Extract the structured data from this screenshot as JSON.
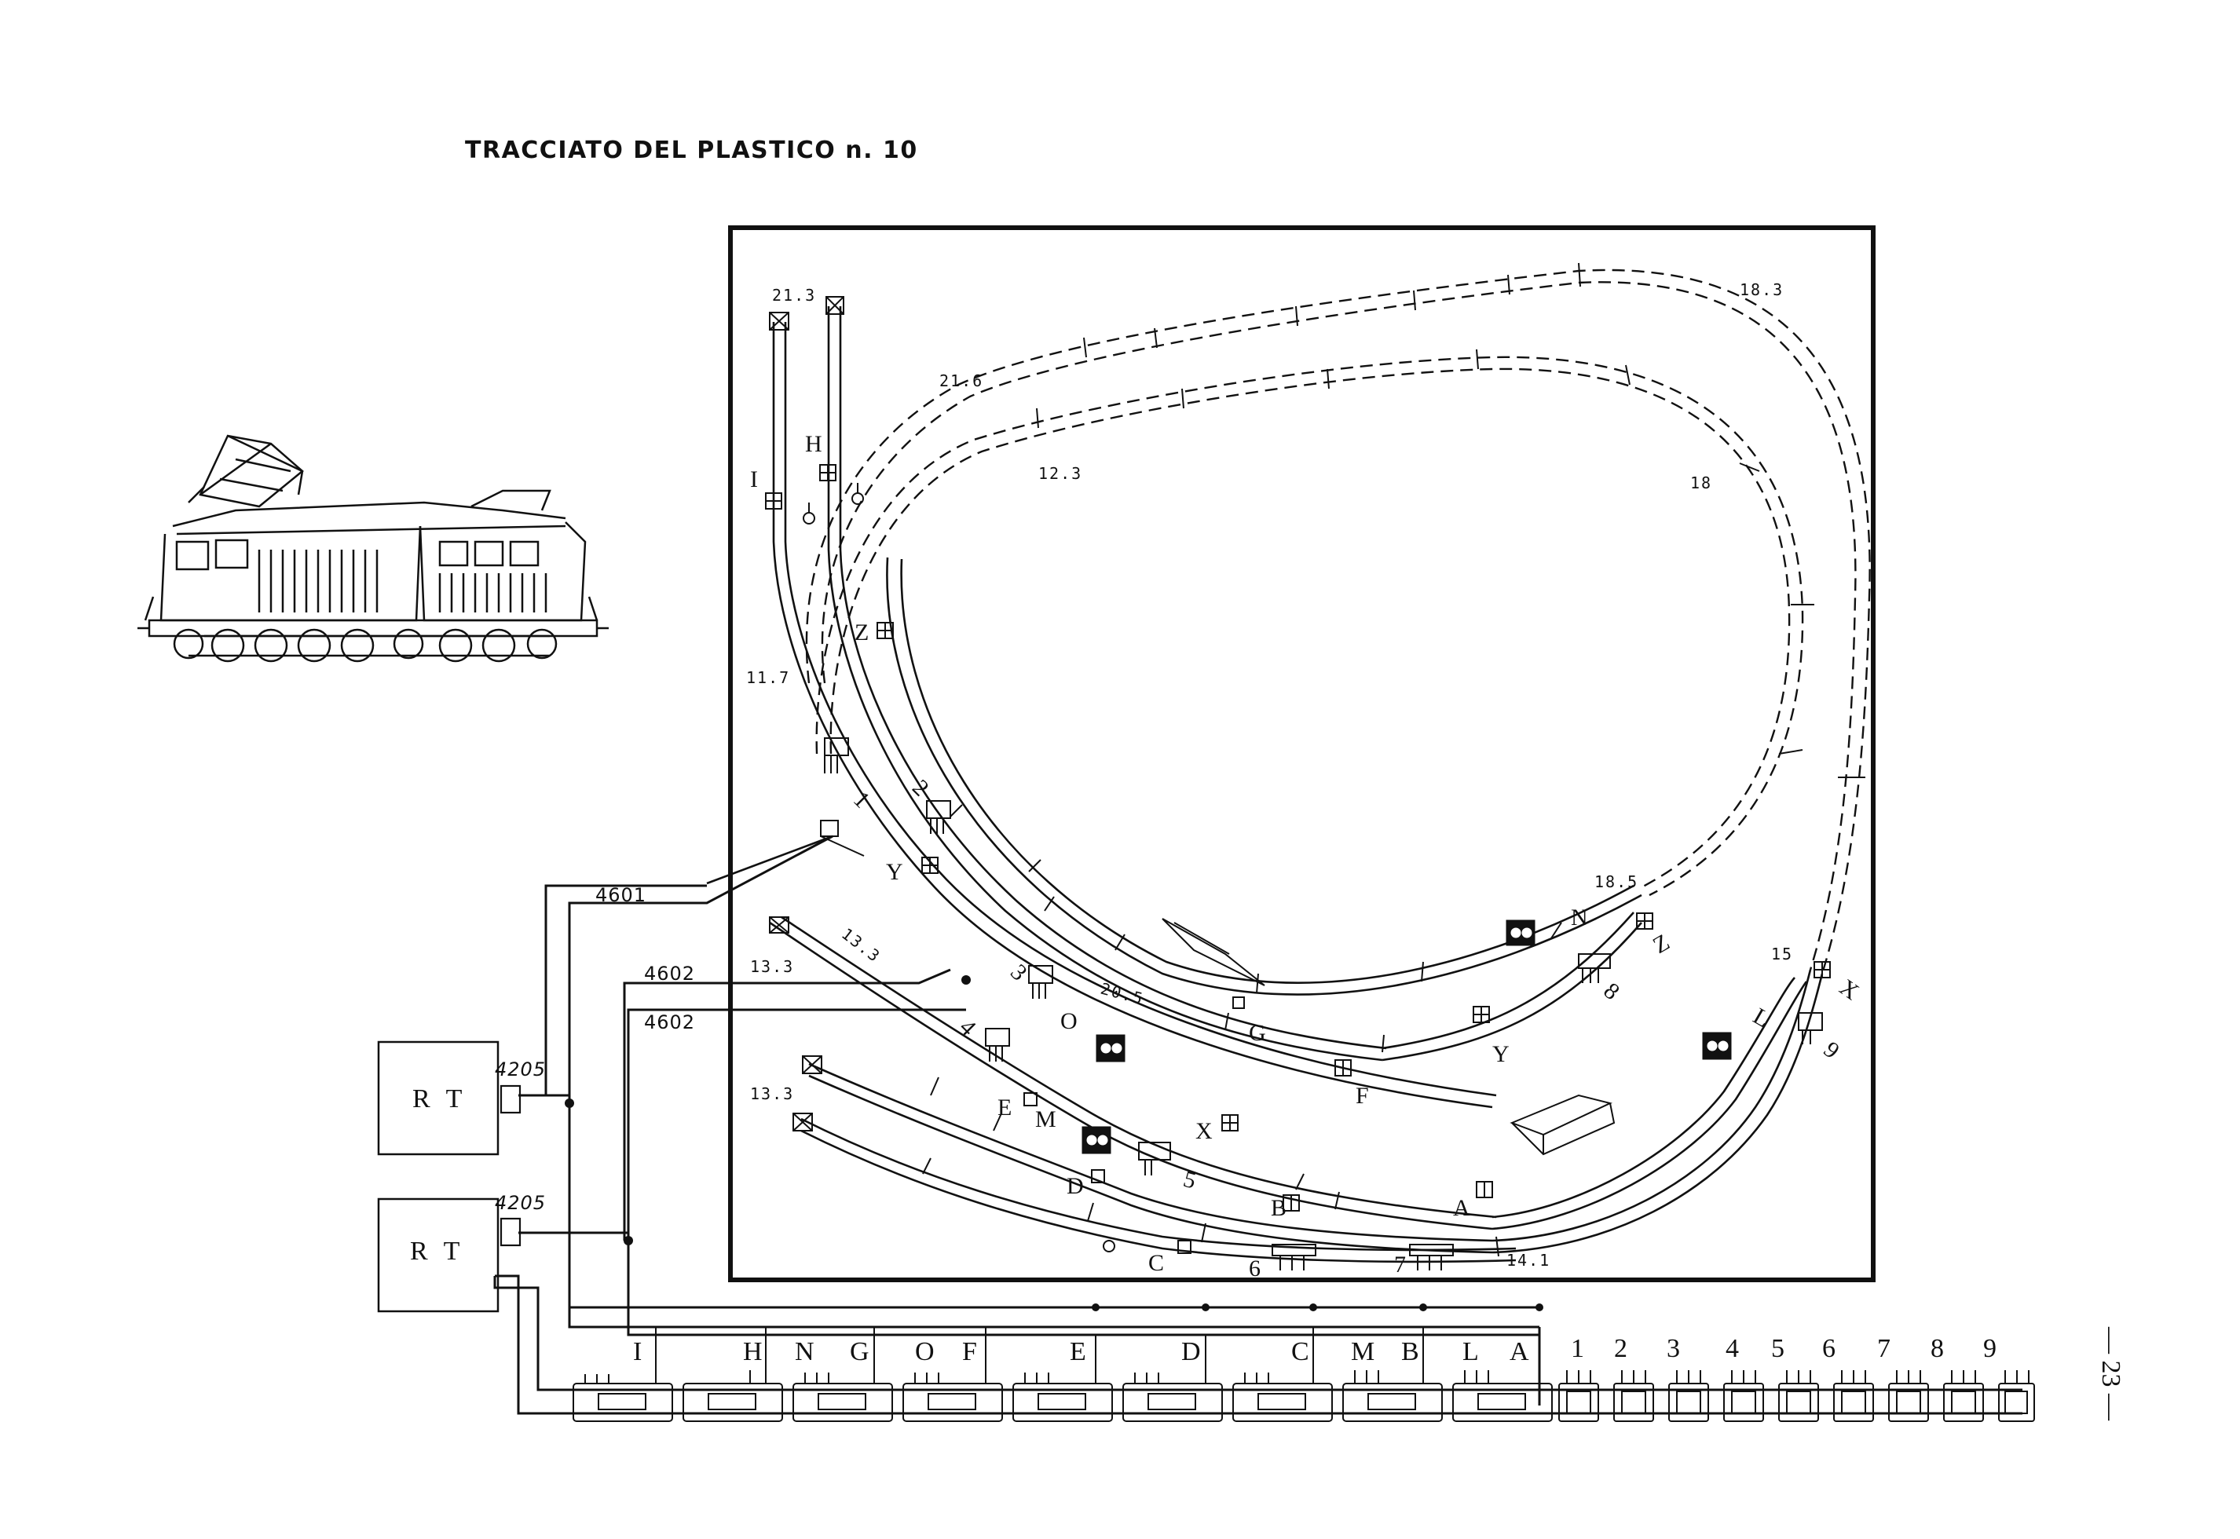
{
  "page": {
    "title": "TRACCIATO DEL PLASTICO n. 10",
    "page_number": "— 23 —"
  },
  "wires": {
    "w4601": "4601",
    "w4602a": "4602",
    "w4602b": "4602",
    "c1": "4205",
    "c2": "4205"
  },
  "rt_units": [
    "R T",
    "R T"
  ],
  "section_labels": {
    "s213": "21.3",
    "s216": "21.6",
    "s123": "12.3",
    "s183": "18.3",
    "s18": "18",
    "s117": "11.7",
    "s185": "18.5",
    "s15": "15",
    "s133a": "13.3",
    "s133b": "13.3",
    "s133c": "13.3",
    "s205": "20.5",
    "s141": "14.1"
  },
  "signal_labels": {
    "I": "I",
    "H": "H",
    "Z1": "Z",
    "N": "N",
    "Z2": "Z",
    "Y1": "Y",
    "Y2": "Y",
    "G": "G",
    "F": "F",
    "L": "L",
    "X1": "X",
    "X2": "X",
    "O": "O",
    "E": "E",
    "M": "M",
    "D": "D",
    "C": "C",
    "B": "B",
    "A": "A"
  },
  "switch_labels": [
    "1",
    "2",
    "3",
    "4",
    "5",
    "6",
    "7",
    "8",
    "9"
  ],
  "panel_letters": [
    "I",
    "H",
    "N",
    "G",
    "O",
    "F",
    "E",
    "D",
    "C",
    "M",
    "B",
    "L",
    "A"
  ],
  "panel_numbers": [
    "1",
    "2",
    "3",
    "4",
    "5",
    "6",
    "7",
    "8",
    "9"
  ]
}
